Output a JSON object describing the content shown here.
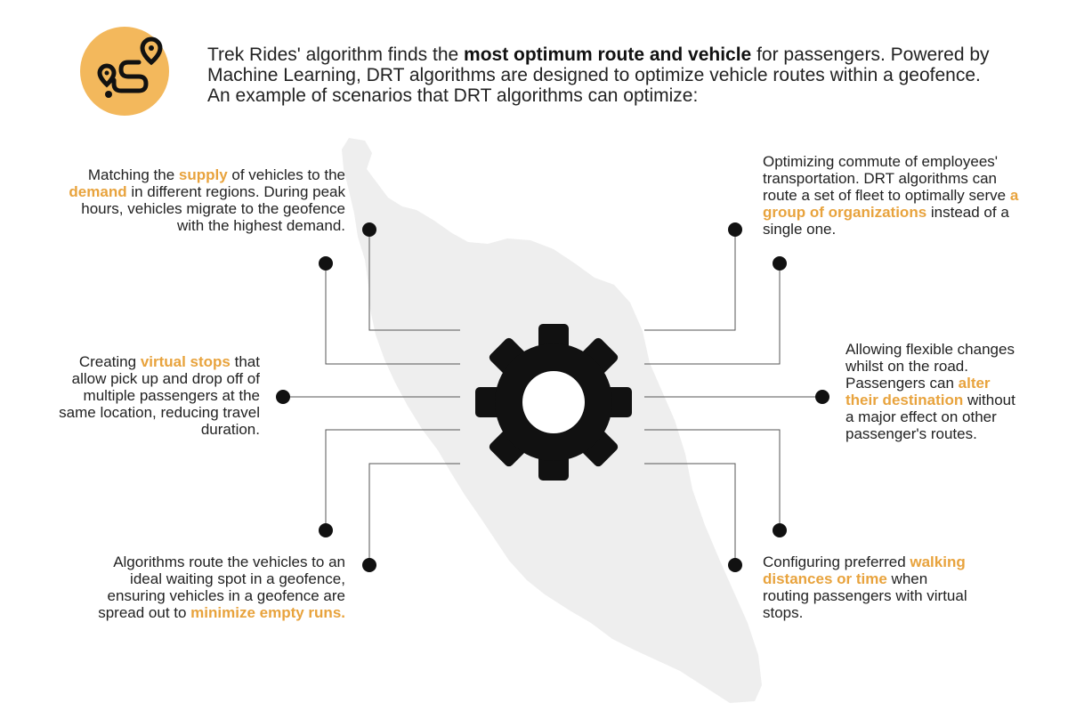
{
  "intro": {
    "t1": "Trek Rides' algorithm finds the ",
    "b1": "most optimum route and vehicle",
    "t2": " for passengers. Powered by Machine Learning, DRT algorithms are designed to optimize vehicle routes within a geofence. An example of scenarios that DRT algorithms can optimize:"
  },
  "icons": {
    "header": "route-pin-icon",
    "center": "gear-icon"
  },
  "colors": {
    "accent": "#e8a33d",
    "icon_bg": "#f3b85c",
    "map": "#eeeeee",
    "dark": "#111111",
    "line": "#555555"
  },
  "scenarios": {
    "supply": {
      "a": "Matching the ",
      "h1": "supply",
      "b": " of vehicles to the ",
      "h2": "demand",
      "c": " in different regions. During peak hours, vehicles migrate to the geofence with the highest demand."
    },
    "virtual": {
      "a": "Creating ",
      "h1": "virtual stops",
      "b": " that allow pick up and drop off of multiple passengers at the same location, reducing travel duration."
    },
    "waiting": {
      "a": "Algorithms route the vehicles to an ideal waiting spot in a geofence, ensuring vehicles in a geofence are spread out to ",
      "h1": "minimize empty runs."
    },
    "commute": {
      "a": "Optimizing commute of employees' transportation. DRT algorithms can route a set of fleet to optimally serve ",
      "h1": "a group of organizations",
      "b": " instead of a single one."
    },
    "flexible": {
      "a": "Allowing flexible changes whilst on the road. Passengers can ",
      "h1": "alter their destination",
      "b": " without a major effect on other passenger's routes."
    },
    "walking": {
      "a": "Configuring preferred ",
      "h1": "walking distances or time",
      "b": " when routing passengers with virtual stops."
    }
  }
}
